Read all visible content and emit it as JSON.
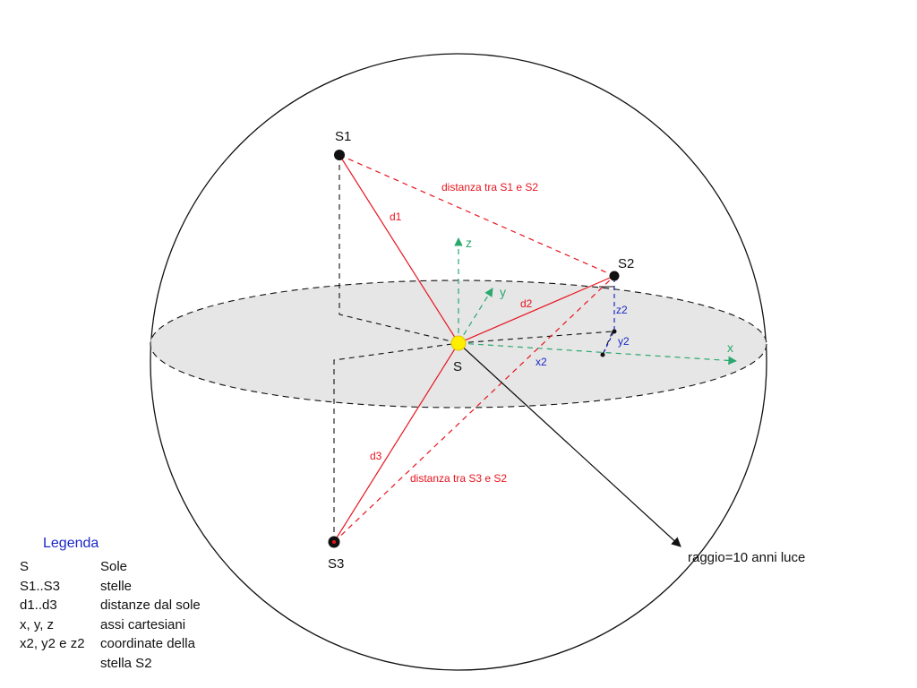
{
  "diagram": {
    "labels": {
      "sun": "S",
      "star1": "S1",
      "star2": "S2",
      "star3": "S3",
      "d1": "d1",
      "d2": "d2",
      "d3": "d3",
      "dist_s1_s2": "distanza tra S1 e S2",
      "dist_s3_s2": "distanza tra S3 e S2",
      "axis_x": "x",
      "axis_y": "y",
      "axis_z": "z",
      "x2": "x2",
      "y2": "y2",
      "z2": "z2",
      "radius": "raggio=10 anni luce"
    },
    "colors": {
      "red": "#e8141e",
      "green": "#2aa86e",
      "blue": "#1a28c8",
      "plane_fill": "#e6e6e6",
      "sun": "#ffee00"
    }
  },
  "legend": {
    "title": "Legenda",
    "rows": [
      {
        "key": "S",
        "value": "Sole"
      },
      {
        "key": "S1..S3",
        "value": "stelle"
      },
      {
        "key": "d1..d3",
        "value": "distanze dal sole"
      },
      {
        "key": "x, y, z",
        "value": "assi cartesiani"
      },
      {
        "key": "x2, y2 e z2",
        "value": "coordinate della\nstella S2"
      }
    ]
  }
}
